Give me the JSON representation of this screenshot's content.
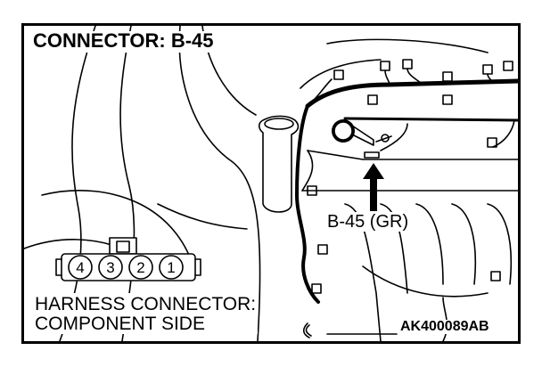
{
  "title": "CONNECTOR: B-45",
  "connector_callout": "B-45 (GR)",
  "caption": {
    "line1": "HARNESS CONNECTOR:",
    "line2": "COMPONENT SIDE"
  },
  "diagram_code": "AK400089AB",
  "connector_pins": [
    "4",
    "3",
    "2",
    "1"
  ]
}
